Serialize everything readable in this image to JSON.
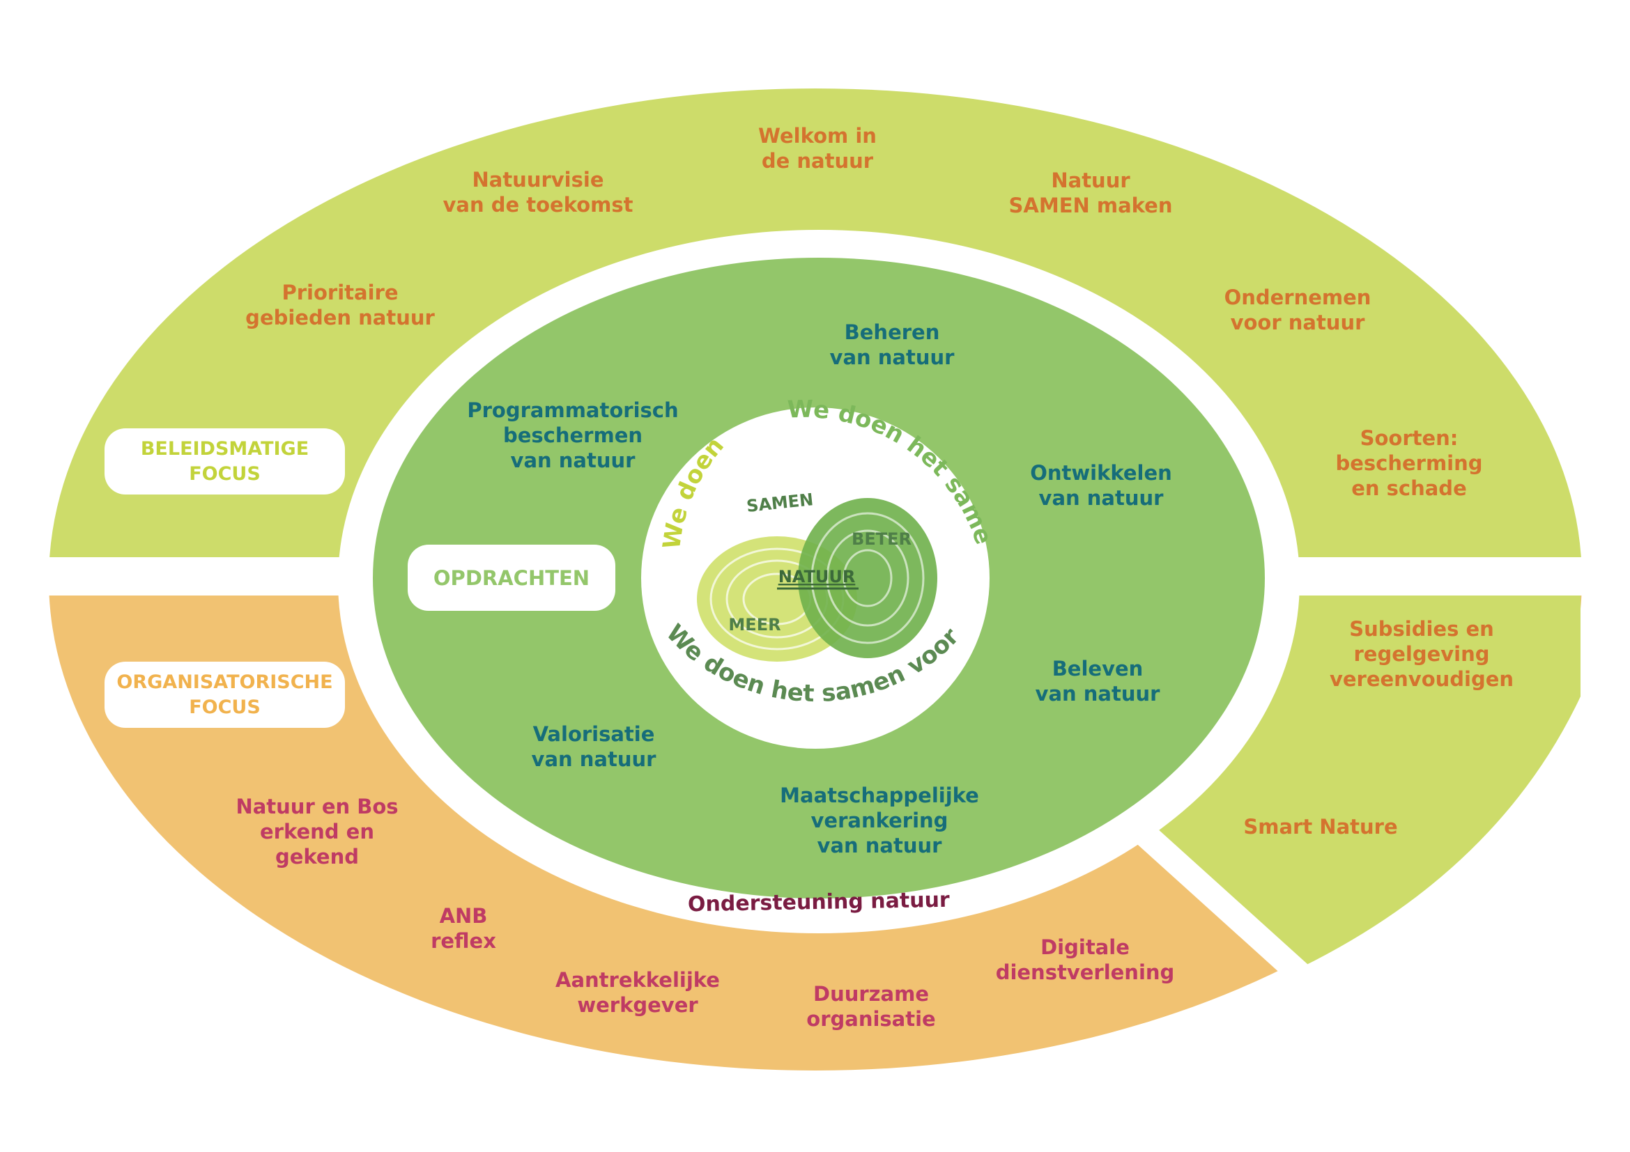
{
  "colors": {
    "outer_green": "#cddc6a",
    "outer_orange": "#f1c272",
    "mid_green": "#93c66a",
    "policy_text": "#d4732f",
    "mission_text": "#166d7a",
    "org_text": "#bf3b64",
    "support_text": "#7a1c42"
  },
  "labels": {
    "beleid_box": "BELEIDSMATIGE\nFOCUS",
    "org_box": "ORGANISATORISCHE\nFOCUS",
    "opdrachten_box": "OPDRACHTEN",
    "ondersteuning": "Ondersteuning natuur"
  },
  "policy_items": [
    "Welkom in\nde natuur",
    "Natuurvisie\nvan de toekomst",
    "Natuur\nSAMEN maken",
    "Prioritaire\ngebieden natuur",
    "Ondernemen\nvoor natuur",
    "Soorten:\nbescherming\nen schade",
    "Subsidies en\nregelgeving\nvereenvoudigen",
    "Smart Nature"
  ],
  "mission_items": [
    "Beheren\nvan natuur",
    "Programmatorisch\nbeschermen\nvan natuur",
    "Ontwikkelen\nvan natuur",
    "Beleven\nvan natuur",
    "Valorisatie\nvan natuur",
    "Maatschappelijke\nverankering\nvan natuur"
  ],
  "org_items": [
    "Natuur en Bos\nerkend en\ngekend",
    "ANB\nreflex",
    "Aantrekkelijke\nwerkgever",
    "Duurzame\norganisatie",
    "Digitale\ndienstverlening"
  ],
  "core": {
    "arc_we_doen": "We doen",
    "arc_we_doen_samen": "We doen het samen",
    "arc_bottom": "We doen het samen voor morgen",
    "samen": "SAMEN",
    "beter": "BETER",
    "natuur": "NATUUR",
    "meer": "MEER"
  }
}
